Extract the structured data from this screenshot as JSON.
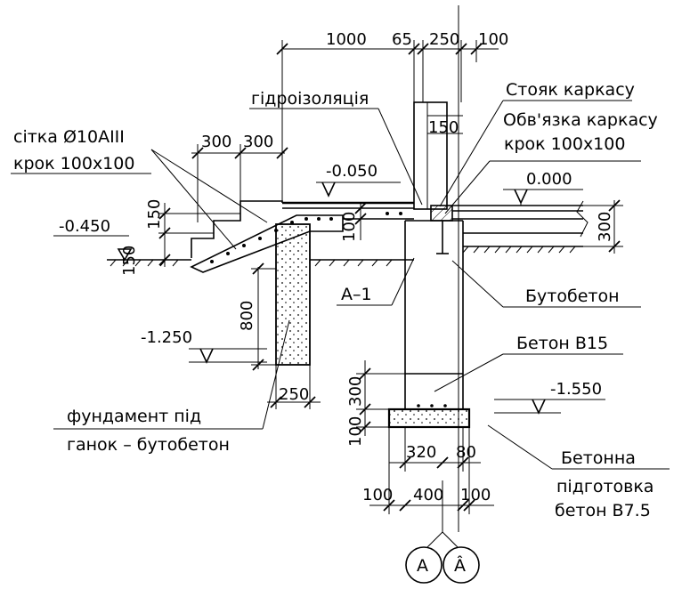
{
  "labels": {
    "stoyak": "Стояк каркасу",
    "obvyazka": "Обв'язка каркасу",
    "krok_right": "крок 100x100",
    "gidroizolyatsiya": "гідроізоляція",
    "sitka": "сітка Ø10AIII",
    "krok_left": "крок 100x100",
    "butobeton": "Бутобетон",
    "beton_b15": "Бетон B15",
    "fundament_line1": "фундамент під",
    "fundament_line2": "ганок – бутобетон",
    "betonna_line1": "Бетонна",
    "betonna_line2": "підготовка",
    "betonna_line3": "бетон B7.5",
    "section_mark": "A–1"
  },
  "levels": {
    "zero": "0.000",
    "minus_0050": "-0.050",
    "minus_0450": "-0.450",
    "minus_1250": "-1.250",
    "minus_1550": "-1.550"
  },
  "dimensions": {
    "top_1000": "1000",
    "top_65": "65",
    "top_250": "250",
    "top_100": "100",
    "step_300_a": "300",
    "step_300_b": "300",
    "v_150_stoyak": "150",
    "v_150_step": "150",
    "v_150_overlap": "150",
    "v_100_slab": "100",
    "v_300_right": "300",
    "v_800": "800",
    "h_250_fund": "250",
    "v_300_b15": "300",
    "v_100_prep": "100",
    "h_320": "320",
    "h_80": "80",
    "h_100_left": "100",
    "h_400": "400",
    "h_100_right": "100"
  },
  "axes": {
    "axis_a": "A",
    "axis_b": "Â"
  }
}
